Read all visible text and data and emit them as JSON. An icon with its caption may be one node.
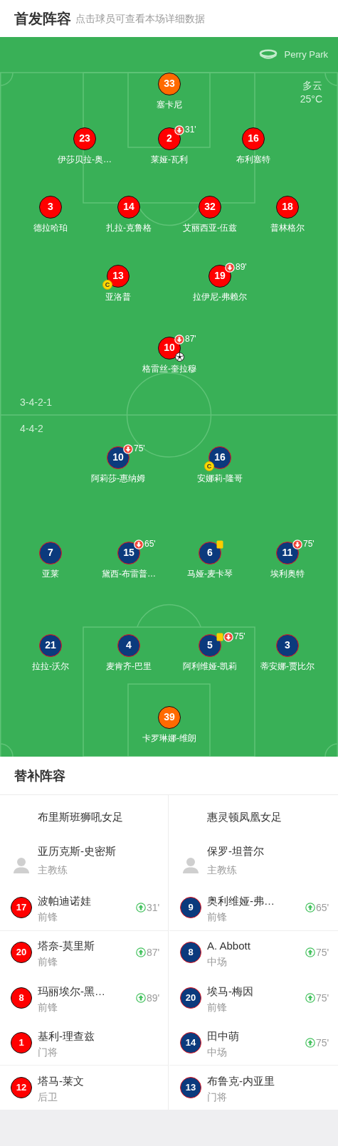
{
  "diagram": {
    "title": "首发阵容",
    "nodes": [
      {
        "text": [
          "Perry Park",
          "多云",
          "25°C",
          "3-4-2-1",
          "4-4-2"
        ]
      },
      {
        "text": [
          "33"
        ],
        "beside": [
          "塞卡尼"
        ],
        "in": 0
      },
      {
        "text": [
          "23"
        ],
        "beside": [
          "伊莎贝拉-奥…"
        ],
        "in": 0
      },
      {
        "text": [
          "2"
        ],
        "beside": [
          "31'",
          "莱娅-瓦利"
        ],
        "in": 0
      },
      {
        "text": [
          "16"
        ],
        "beside": [
          "布利塞特"
        ],
        "in": 0
      },
      {
        "text": [
          "3"
        ],
        "beside": [
          "德拉哈珀"
        ],
        "in": 0
      },
      {
        "text": [
          "14"
        ],
        "beside": [
          "扎拉-克鲁格"
        ],
        "in": 0
      },
      {
        "text": [
          "32"
        ],
        "beside": [
          "艾丽西亚-伍兹"
        ],
        "in": 0
      },
      {
        "text": [
          "18"
        ],
        "beside": [
          "普林格尔"
        ],
        "in": 0
      },
      {
        "text": [
          "13",
          "C"
        ],
        "beside": [
          "亚洛普"
        ],
        "in": 0
      },
      {
        "text": [
          "19"
        ],
        "beside": [
          "89'",
          "拉伊尼-弗赖尔"
        ],
        "in": 0
      },
      {
        "text": [
          "10"
        ],
        "beside": [
          "87'",
          "格雷丝-奎拉穆"
        ],
        "in": 0
      },
      {
        "text": [
          "10"
        ],
        "beside": [
          "75'",
          "阿莉莎-惠纳姆"
        ],
        "in": 0
      },
      {
        "text": [
          "16",
          "C"
        ],
        "beside": [
          "安娜莉-隆哥"
        ],
        "in": 0
      },
      {
        "text": [
          "7"
        ],
        "beside": [
          "亚莱"
        ],
        "in": 0
      },
      {
        "text": [
          "15"
        ],
        "beside": [
          "65'",
          "黛西-布雷普…"
        ],
        "in": 0
      },
      {
        "text": [
          "6"
        ],
        "beside": [
          "马娅-麦卡琴"
        ],
        "in": 0
      },
      {
        "text": [
          "11"
        ],
        "beside": [
          "75'",
          "埃利奥特"
        ],
        "in": 0
      },
      {
        "text": [
          "21"
        ],
        "beside": [
          "拉拉-沃尔"
        ],
        "in": 0
      },
      {
        "text": [
          "4"
        ],
        "beside": [
          "麦肯齐-巴里"
        ],
        "in": 0
      },
      {
        "text": [
          "5"
        ],
        "beside": [
          "75'",
          "阿利维娅-凯莉"
        ],
        "in": 0
      },
      {
        "text": [
          "3"
        ],
        "beside": [
          "蒂安娜-贾比尔"
        ],
        "in": 0
      },
      {
        "text": [
          "39"
        ],
        "beside": [
          "卡罗琳娜-维朗"
        ],
        "in": 0
      },
      {
        "text": [
          "布里斯班狮吼女足",
          "亚历克斯-史密斯",
          "主教练"
        ]
      },
      {
        "text": [
          "17"
        ],
        "beside": [
          "波帕迪诺娃",
          "前锋"
        ],
        "in": 23
      },
      {
        "text": [
          "20"
        ],
        "beside": [
          "塔奈-莫里斯",
          "前锋"
        ],
        "in": 23
      },
      {
        "text": [
          "8"
        ],
        "beside": [
          "玛丽埃尔-黑…",
          "前锋"
        ],
        "in": 23
      },
      {
        "text": [
          "1"
        ],
        "beside": [
          "基利-理查兹",
          "门将"
        ],
        "in": 23
      },
      {
        "text": [
          "12"
        ],
        "beside": [
          "塔马-莱文",
          "后卫"
        ],
        "in": 23
      },
      {
        "text": [
          "惠灵顿凤凰女足",
          "保罗-坦普尔",
          "主教练"
        ]
      },
      {
        "text": [
          "9"
        ],
        "beside": [
          "奥利维娅-弗…",
          "前锋"
        ],
        "in": 29
      },
      {
        "text": [
          "8"
        ],
        "beside": [
          "A. Abbott",
          "中场"
        ],
        "in": 29
      },
      {
        "text": [
          "20"
        ],
        "beside": [
          "埃马-梅因",
          "前锋"
        ],
        "in": 29
      },
      {
        "text": [
          "14"
        ],
        "beside": [
          "田中萌",
          "中场"
        ],
        "in": 29
      },
      {
        "text": [
          "13"
        ],
        "beside": [
          "布鲁克-内亚里",
          "门将"
        ],
        "in": 29
      }
    ],
    "labels": [
      "点击球员可查看本场详细数据",
      "替补阵容",
      "31'",
      "65'",
      "87'",
      "75'",
      "89'",
      "75'",
      "75'"
    ]
  }
}
